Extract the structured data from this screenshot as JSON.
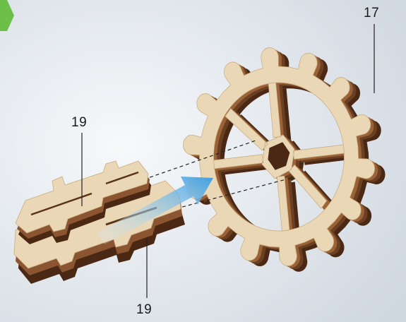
{
  "callouts": {
    "gear_label": "17",
    "top_piece_label": "19",
    "bottom_piece_label": "19"
  },
  "colors": {
    "background_light": "#f3f6f8",
    "background_dark": "#d6dde4",
    "wood_face": "#ead7b6",
    "wood_edge": "#6b3f22",
    "wood_edge_dark": "#4a2814",
    "arrow": "#3f9fe0",
    "step_badge": "#6cc04a"
  },
  "icons": {
    "step_badge": "chevron-right-icon",
    "assembly_arrow": "arrow-right-icon"
  }
}
